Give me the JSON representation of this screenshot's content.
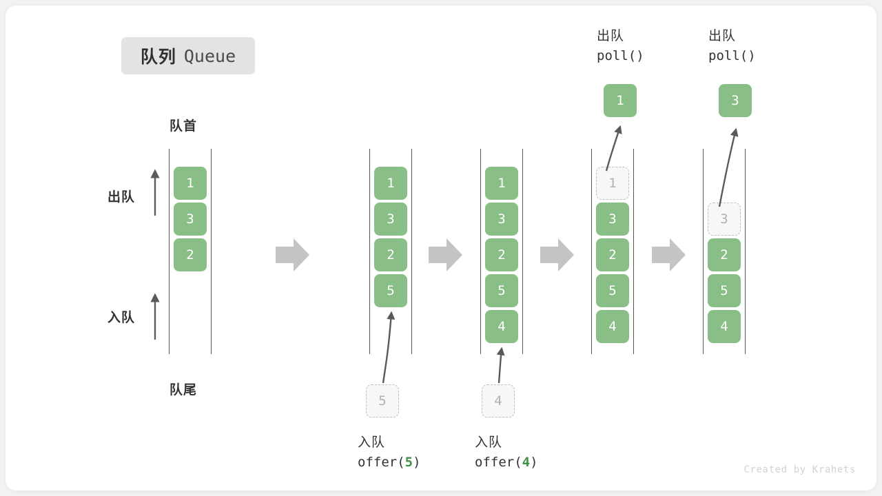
{
  "title": {
    "cn": "队列",
    "en": "Queue"
  },
  "labels": {
    "front": "队首",
    "rear": "队尾",
    "dequeue": "出队",
    "enqueue": "入队"
  },
  "colors": {
    "element": "#89bf87",
    "ghost_fill": "#f7f7f7",
    "ghost_border": "#bdbdbd",
    "ghost_text": "#b0b0b0",
    "rail": "#555555",
    "arrow": "#c4c4c4",
    "accent_number": "#3f9142",
    "text": "#333333",
    "badge_bg": "#e3e3e3"
  },
  "columns": [
    {
      "id": "initial",
      "cells": [
        {
          "value": "1",
          "state": "filled"
        },
        {
          "value": "3",
          "state": "filled"
        },
        {
          "value": "2",
          "state": "filled"
        }
      ]
    },
    {
      "id": "after-offer-5",
      "cells": [
        {
          "value": "1",
          "state": "filled"
        },
        {
          "value": "3",
          "state": "filled"
        },
        {
          "value": "2",
          "state": "filled"
        },
        {
          "value": "5",
          "state": "filled"
        }
      ],
      "source_ghost": "5",
      "caption": {
        "cn": "入队",
        "fn": "offer(",
        "num": "5",
        "close": ")"
      }
    },
    {
      "id": "after-offer-4",
      "cells": [
        {
          "value": "1",
          "state": "filled"
        },
        {
          "value": "3",
          "state": "filled"
        },
        {
          "value": "2",
          "state": "filled"
        },
        {
          "value": "5",
          "state": "filled"
        },
        {
          "value": "4",
          "state": "filled"
        }
      ],
      "source_ghost": "4",
      "caption": {
        "cn": "入队",
        "fn": "offer(",
        "num": "4",
        "close": ")"
      }
    },
    {
      "id": "after-poll-1",
      "cells": [
        {
          "value": "1",
          "state": "ghost"
        },
        {
          "value": "3",
          "state": "filled"
        },
        {
          "value": "2",
          "state": "filled"
        },
        {
          "value": "5",
          "state": "filled"
        },
        {
          "value": "4",
          "state": "filled"
        }
      ],
      "result": "1",
      "caption": {
        "cn": "出队",
        "code": "poll()"
      }
    },
    {
      "id": "after-poll-3",
      "cells": [
        {
          "value": "",
          "state": "empty"
        },
        {
          "value": "3",
          "state": "ghost"
        },
        {
          "value": "2",
          "state": "filled"
        },
        {
          "value": "5",
          "state": "filled"
        },
        {
          "value": "4",
          "state": "filled"
        }
      ],
      "result": "3",
      "caption": {
        "cn": "出队",
        "code": "poll()"
      }
    }
  ],
  "watermark": "Created by Krahets"
}
